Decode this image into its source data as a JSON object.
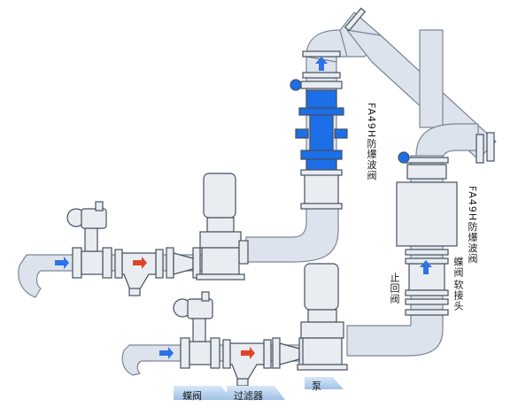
{
  "colors": {
    "pipe_fill": "#dde3ec",
    "pipe_edge": "#7c8596",
    "equipment_fill": "#e9edf2",
    "equipment_edge": "#46505f",
    "flow_arrow": "#2b73e6",
    "strainer_arrow": "#e0432a",
    "valve_highlight": "#1c6fe6",
    "label_tab": "#b9d3ee"
  },
  "icons": [
    "flow-arrow-icon",
    "valve-handwheel-icon",
    "motor-icon"
  ],
  "labels": {
    "explosion_valve_top": "FA49H防爆波阀",
    "explosion_valve_right": "FA49H防爆波阀",
    "soft_joint": "软接头",
    "butterfly_valve_mid": "蝶阀",
    "check_valve": "止回阀",
    "butterfly_valve_bottom": "蝶阀",
    "strainer": "过滤器",
    "pump": "泵"
  }
}
